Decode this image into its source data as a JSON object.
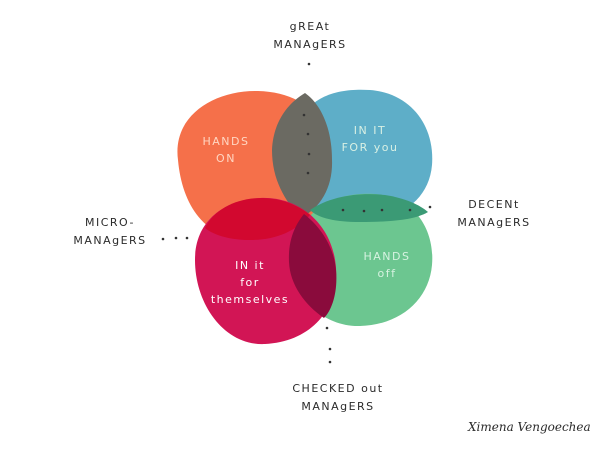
{
  "diagram": {
    "type": "venn",
    "circles": [
      {
        "id": "hands-on",
        "label_line1": "HANDS",
        "label_line2": "ON",
        "color": "#f5704a"
      },
      {
        "id": "in-it-for-you",
        "label_line1": "IN IT",
        "label_line2": "FOR you",
        "color": "#5eaec8"
      },
      {
        "id": "in-it-for-themselves",
        "label_line1": "IN it",
        "label_line2": "for",
        "label_line3": "themselves",
        "color": "#d21555"
      },
      {
        "id": "hands-off",
        "label_line1": "HANDS",
        "label_line2": "off",
        "color": "#6cc690"
      }
    ],
    "overlap_colors": {
      "hands-on_for-you": "#6b6a62",
      "for-you_hands-off": "#3b9a75",
      "hands-on_themselves": "#d2082f",
      "themselves_hands-off": "#8a0b3c"
    },
    "outer_labels": {
      "top": {
        "line1": "gREAt",
        "line2": "MANAgERS"
      },
      "left": {
        "line1": "MICRO-",
        "line2": "MANAgERS"
      },
      "right": {
        "line1": "DECENt",
        "line2": "MANAgERS"
      },
      "bottom": {
        "line1": "CHECKED out",
        "line2": "MANAgERS"
      }
    },
    "signature": "Ximena Vengoechea"
  }
}
